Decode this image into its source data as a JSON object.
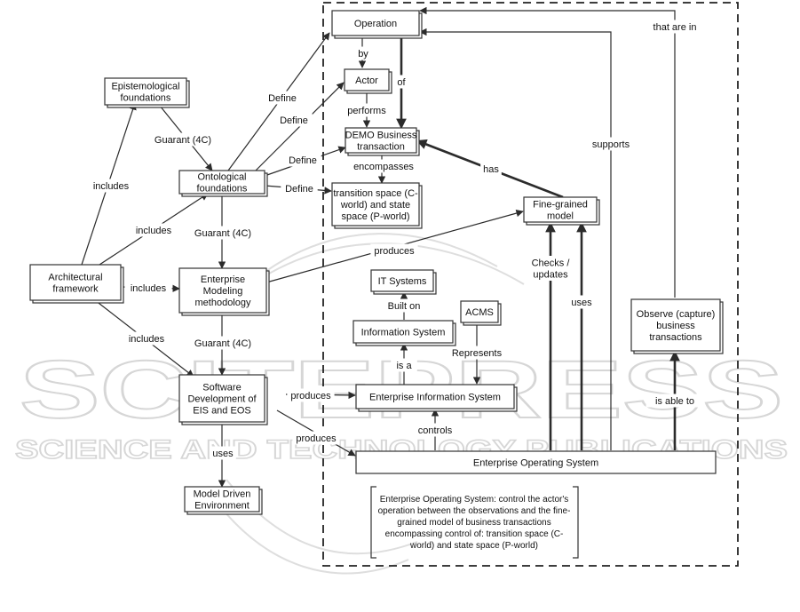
{
  "watermark": {
    "line1": "SCITEPRESS",
    "line2": "SCIENCE AND TECHNOLOGY PUBLICATIONS"
  },
  "nodes": {
    "epistemological": [
      "Epistemological",
      "foundations"
    ],
    "ontological": [
      "Ontological",
      "foundations"
    ],
    "architectural": [
      "Architectural",
      "framework"
    ],
    "enterprise_modeling": [
      "Enterprise",
      "Modeling",
      "methodology"
    ],
    "software_dev": [
      "Software",
      "Development of",
      "EIS and EOS"
    ],
    "model_driven": [
      "Model Driven",
      "Environment"
    ],
    "operation": [
      "Operation"
    ],
    "actor": [
      "Actor"
    ],
    "demo": [
      "DEMO Business",
      "transaction"
    ],
    "transition_space": [
      "transition space (C-",
      "world) and state",
      "space (P-world)"
    ],
    "fine_grained": [
      "Fine-grained",
      "model"
    ],
    "it_systems": [
      "IT Systems"
    ],
    "information_system": [
      "Information System"
    ],
    "acms": [
      "ACMS"
    ],
    "eis": [
      "Enterprise Information System"
    ],
    "eos": [
      "Enterprise Operating System"
    ],
    "observe": [
      "Observe (capture)",
      "business",
      "transactions"
    ]
  },
  "edges": {
    "includes_1": "includes",
    "includes_2": "includes",
    "includes_3": "includes",
    "includes_4": "includes",
    "guarant_1": "Guarant (4C)",
    "guarant_2": "Guarant (4C)",
    "guarant_3": "Guarant (4C)",
    "uses_1": "uses",
    "define_1": "Define",
    "define_2": "Define",
    "define_3": "Define",
    "define_4": "Define",
    "by": "by",
    "of": "of",
    "performs": "performs",
    "encompasses": "encompasses",
    "has": "has",
    "produces_1": "produces",
    "produces_2": "produces",
    "produces_3": "produces",
    "built_on": "Built on",
    "is_a": "is a",
    "represents": "Represents",
    "controls": "controls",
    "checks": [
      "Checks /",
      "updates"
    ],
    "uses_2": "uses",
    "is_able_to": "is able to",
    "supports": "supports",
    "that_are_in": "that are in"
  },
  "note": [
    "Enterprise Operating System: control the actor's",
    "operation between the observations and the fine-",
    "grained model of business transactions",
    "encompassing control of: transition space (C-",
    "world) and state space (P-world)"
  ]
}
